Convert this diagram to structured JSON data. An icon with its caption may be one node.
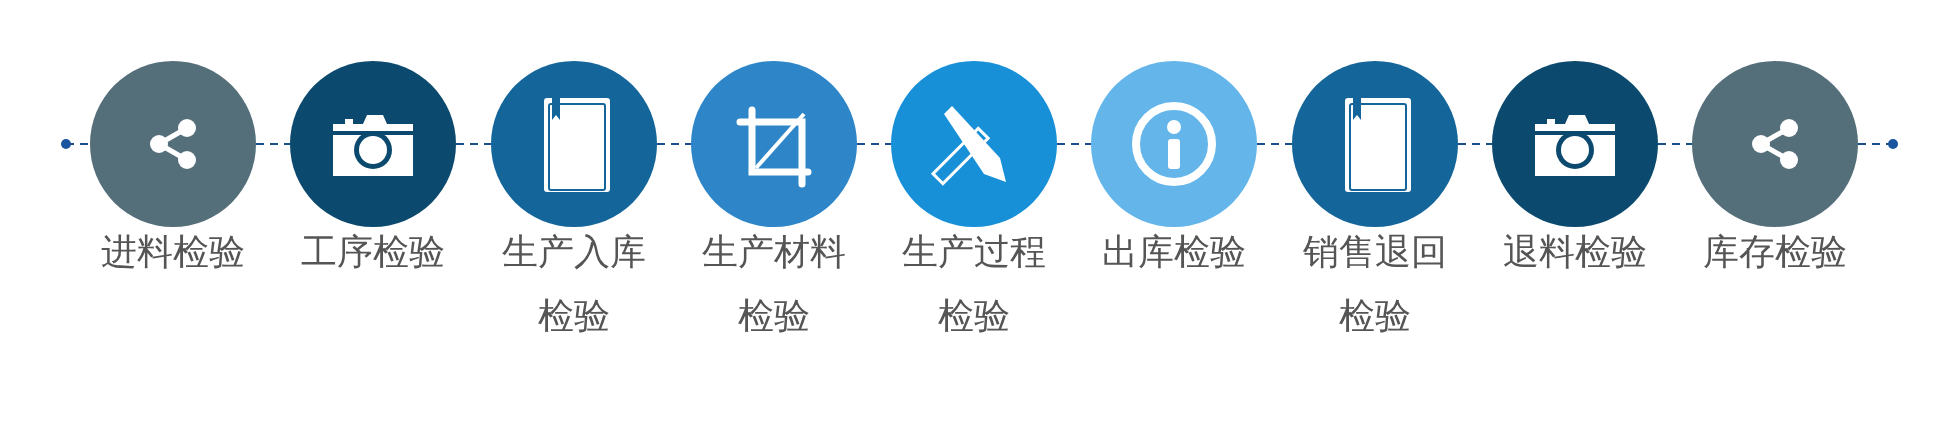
{
  "diagram": {
    "nodes": [
      {
        "text": [
          "进料检验"
        ]
      },
      {
        "text": [
          "工序检验"
        ]
      },
      {
        "text": [
          "生产入库检验"
        ]
      },
      {
        "text": [
          "生产材料检验"
        ]
      },
      {
        "text": [
          "生产过程检验"
        ]
      },
      {
        "text": [
          "出库检验"
        ]
      },
      {
        "text": [
          "销售退回检验"
        ]
      },
      {
        "text": [
          "退料检验"
        ]
      },
      {
        "text": [
          "库存检验"
        ]
      }
    ],
    "edges": [
      {
        "from": null,
        "to": 0,
        "arrow": "other",
        "style": "dashed"
      },
      {
        "from": 0,
        "to": 1,
        "arrow": "none",
        "style": "dashed"
      },
      {
        "from": 1,
        "to": 2,
        "arrow": "none",
        "style": "dashed"
      },
      {
        "from": 2,
        "to": 3,
        "arrow": "none",
        "style": "dashed"
      },
      {
        "from": 3,
        "to": 4,
        "arrow": "none",
        "style": "dashed"
      },
      {
        "from": 4,
        "to": 5,
        "arrow": "none",
        "style": "dashed"
      },
      {
        "from": 5,
        "to": 6,
        "arrow": "none",
        "style": "dashed"
      },
      {
        "from": 6,
        "to": 7,
        "arrow": "none",
        "style": "dashed"
      },
      {
        "from": 7,
        "to": 8,
        "arrow": "none",
        "style": "dashed"
      },
      {
        "from": 8,
        "to": null,
        "arrow": "other",
        "style": "dashed"
      }
    ]
  }
}
